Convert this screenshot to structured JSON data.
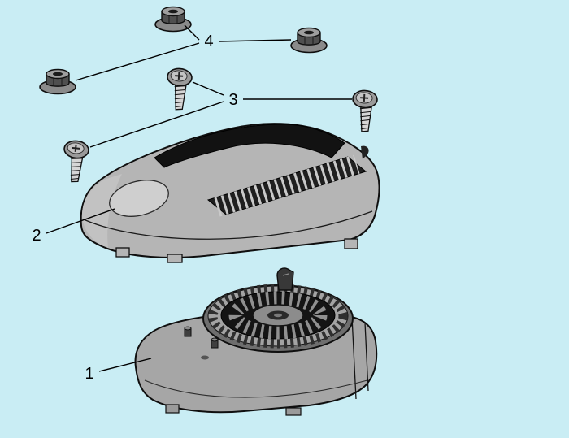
{
  "diagram": {
    "type": "exploded-parts-diagram",
    "background_color": "#c9edf4",
    "outline_color": "#0f0f0f",
    "callouts": [
      {
        "label": "1",
        "part_icon": "blower-housing-assembly-icon",
        "count": 1
      },
      {
        "label": "2",
        "part_icon": "engine-cover-icon",
        "count": 1
      },
      {
        "label": "3",
        "part_icon": "pan-head-screw-icon",
        "count": 3
      },
      {
        "label": "4",
        "part_icon": "flange-nut-icon",
        "count": 3
      }
    ]
  }
}
